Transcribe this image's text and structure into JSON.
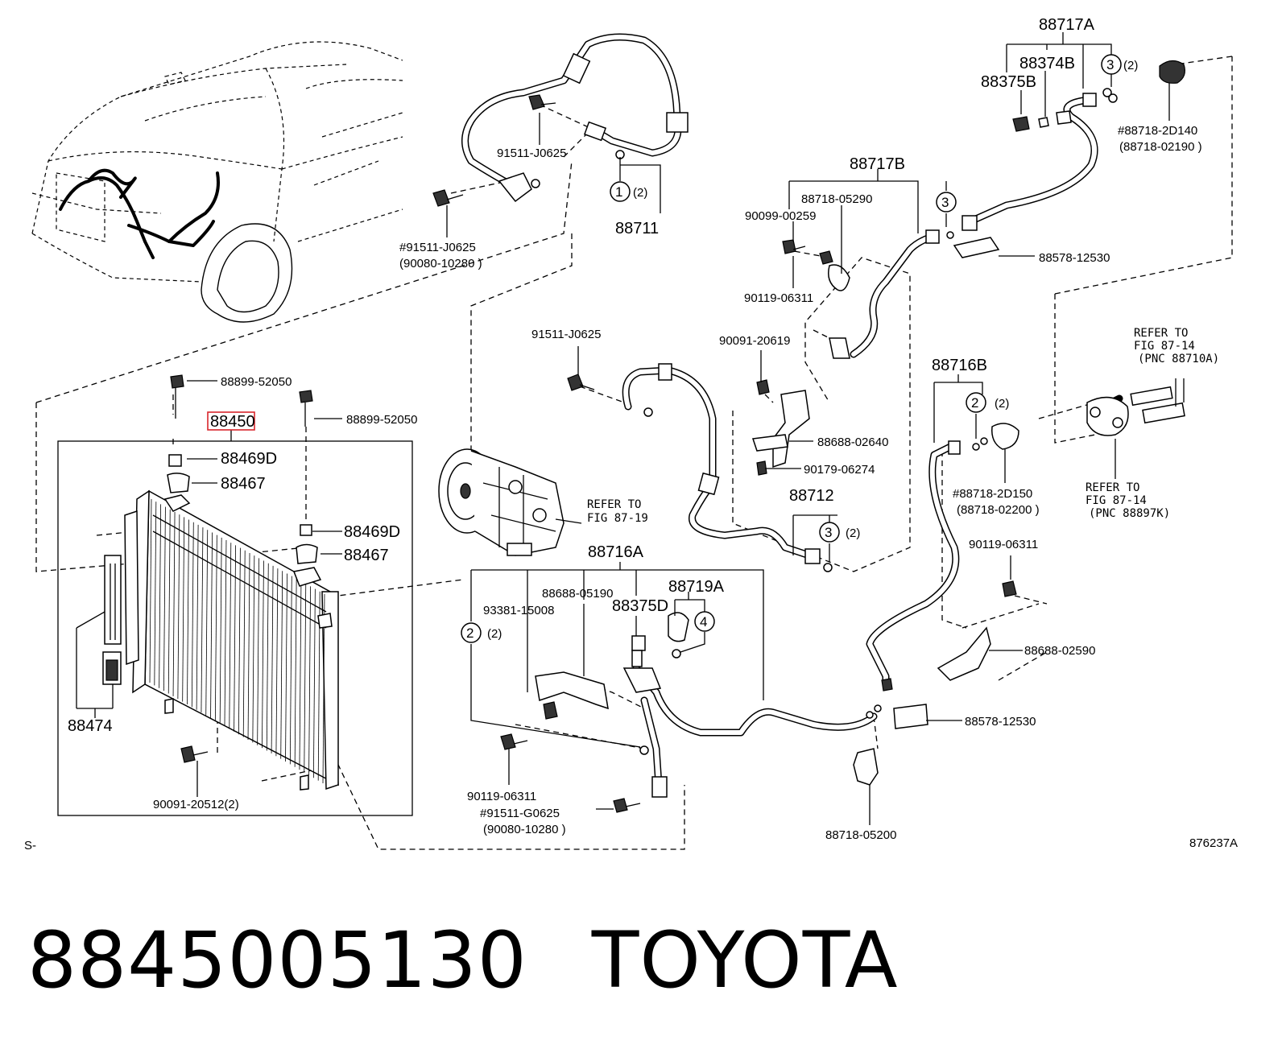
{
  "labels": {
    "p88717A": "88717A",
    "p88374B": "88374B",
    "p88375B": "88375B",
    "c3_top": "3",
    "q2_top": "(2)",
    "p88718_2D140": "#88718-2D140",
    "p88718_02190": "(88718-02190 )",
    "p91511_J0625_a": "91511-J0625",
    "c1": "1",
    "q2_c1": "(2)",
    "p88711": "88711",
    "p91511_J0625_hash": "#91511-J0625",
    "p90080_10280_a": "(90080-10280 )",
    "p88717B": "88717B",
    "p88718_05290": "88718-05290",
    "p90099_00259": "90099-00259",
    "c3_mid": "3",
    "p90119_06311_a": "90119-06311",
    "p88578_12530_a": "88578-12530",
    "p91511_J0625_b": "91511-J0625",
    "p90091_20619": "90091-20619",
    "refer1_a": "REFER TO",
    "refer1_b": "FIG 87-14",
    "refer1_c": "(PNC 88710A)",
    "p88716B": "88716B",
    "c2_right": "2",
    "q2_right": "(2)",
    "p88899_52050_a": "88899-52050",
    "p88899_52050_b": "88899-52050",
    "p88450": "88450",
    "p88469D_a": "88469D",
    "p88467_a": "88467",
    "p88469D_b": "88469D",
    "p88467_b": "88467",
    "p88688_02640": "88688-02640",
    "p90179_06274": "90179-06274",
    "refer_comp_a": "REFER TO",
    "refer_comp_b": "FIG 87-19",
    "p88712": "88712",
    "c3_low": "3",
    "q2_low": "(2)",
    "p88718_2D150": "#88718-2D150",
    "p88718_02200": "(88718-02200 )",
    "refer2_a": "REFER TO",
    "refer2_b": "FIG 87-14",
    "refer2_c": "(PNC 88897K)",
    "p88716A": "88716A",
    "p88688_05190": "88688-05190",
    "p88719A": "88719A",
    "p93381_15008": "93381-15008",
    "p88375D": "88375D",
    "c2_left": "2",
    "q2_left": "(2)",
    "c4": "4",
    "p90119_06311_b": "90119-06311",
    "p88688_02590": "88688-02590",
    "p88474": "88474",
    "p88578_12530_b": "88578-12530",
    "p90091_20512": "90091-20512(2)",
    "p90119_06311_c": "90119-06311",
    "p91511_G0625": "#91511-G0625",
    "p90080_10280_b": "(90080-10280 )",
    "p88718_05200": "88718-05200",
    "corner_left": "S-",
    "corner_right": "876237A"
  },
  "highlight_color": "#d9262c",
  "footer": {
    "part_number": "8845005130",
    "brand": "TOYOTA"
  }
}
